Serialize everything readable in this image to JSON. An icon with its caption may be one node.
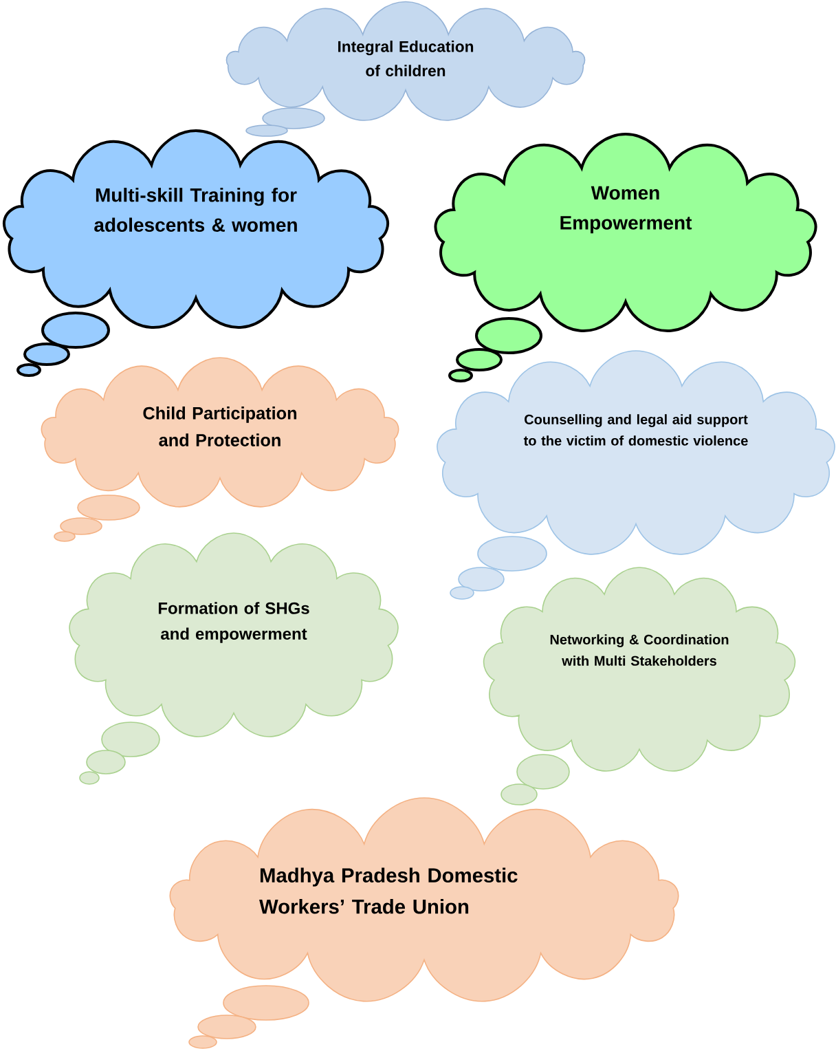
{
  "diagram": {
    "nodes": [
      {
        "text": [
          "Integral Education of children"
        ]
      },
      {
        "text": [
          "Multi-skill Training for adolescents & women"
        ]
      },
      {
        "text": [
          "Women Empowerment"
        ]
      },
      {
        "text": [
          "Child Participation and Protection"
        ]
      },
      {
        "text": [
          "Counselling and legal aid support to the victim of domestic violence"
        ]
      },
      {
        "text": [
          "Formation of SHGs and empowerment"
        ]
      },
      {
        "text": [
          "Networking & Coordination with Multi Stakeholders"
        ]
      },
      {
        "text": [
          "Madhya Pradesh Domestic Workers’ Trade Union"
        ]
      }
    ]
  }
}
